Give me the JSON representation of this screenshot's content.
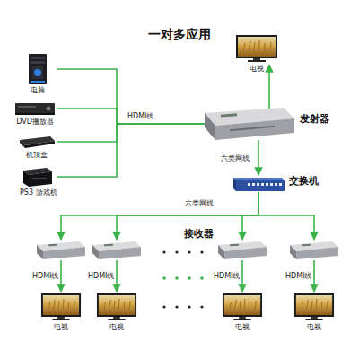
{
  "diagram": {
    "title": "一对多应用",
    "nodes": [
      {
        "text": [
          "电脑"
        ]
      },
      {
        "text": [
          "DVD播放器"
        ]
      },
      {
        "text": [
          "机顶盒"
        ]
      },
      {
        "text": [
          "PS3 游戏机"
        ]
      },
      {
        "text": [
          "发射器"
        ]
      },
      {
        "text": [
          "电视"
        ]
      },
      {
        "text": [
          "交换机"
        ]
      },
      {
        "text": []
      },
      {
        "text": []
      },
      {
        "text": []
      },
      {
        "text": []
      },
      {
        "text": [
          "电视"
        ]
      },
      {
        "text": [
          "电视"
        ]
      },
      {
        "text": [
          "电视"
        ]
      },
      {
        "text": [
          "电视"
        ]
      }
    ],
    "edges": [
      {
        "from": 0,
        "to": 4,
        "arrow": "none"
      },
      {
        "from": 1,
        "to": 4,
        "label": "HDMI线",
        "arrow": "none"
      },
      {
        "from": 2,
        "to": 4,
        "arrow": "none"
      },
      {
        "from": 3,
        "to": 4,
        "arrow": "none"
      },
      {
        "from": 4,
        "to": 5,
        "arrow": "to"
      },
      {
        "from": 4,
        "to": 6,
        "label": "六类网线",
        "arrow": "to"
      },
      {
        "from": 6,
        "to": 7,
        "label": "六类网线",
        "arrow": "to"
      },
      {
        "from": 6,
        "to": 8,
        "arrow": "to"
      },
      {
        "from": 6,
        "to": 9,
        "arrow": "to"
      },
      {
        "from": 6,
        "to": 10,
        "arrow": "to"
      },
      {
        "from": 7,
        "to": 11,
        "label": "HDMI线",
        "arrow": "to"
      },
      {
        "from": 8,
        "to": 12,
        "label": "HDMI线",
        "arrow": "to"
      },
      {
        "from": 9,
        "to": 13,
        "label": "HDMI线",
        "arrow": "to"
      },
      {
        "from": 10,
        "to": 14,
        "label": "HDMI线",
        "arrow": "to"
      }
    ],
    "labels": [
      "接收器"
    ]
  }
}
